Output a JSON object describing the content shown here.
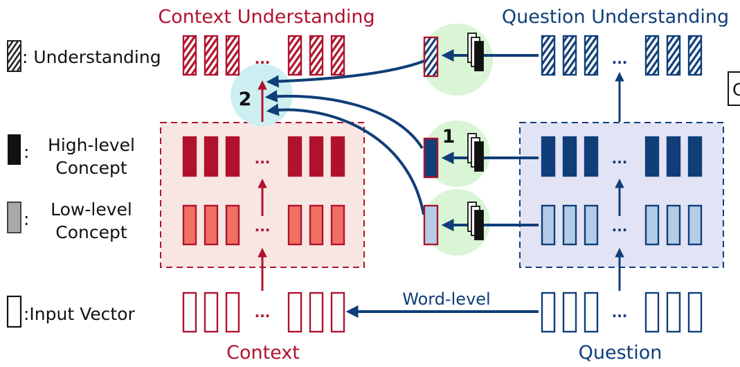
{
  "legend": {
    "understanding": ": Understanding",
    "high_level": [
      "High-level",
      "Concept"
    ],
    "low_level": [
      "Low-level",
      "Concept"
    ],
    "input_vector": ":Input Vector"
  },
  "context": {
    "title": "Context Understanding",
    "label": "Context"
  },
  "question": {
    "title": "Question Understanding",
    "label": "Question"
  },
  "arrow_labels": {
    "word_level": "Word-level",
    "step1": "1",
    "step2": "2"
  },
  "ellipsis": "...",
  "cut_off_text": "C",
  "colors": {
    "red": "#b0122e",
    "red_light": "#f07064",
    "blue": "#0f3e78",
    "blue_light": "#b3cde6",
    "pink_bg": "#f8e6e2",
    "purple_bg": "#e3e3f6",
    "green_circle": "#d9f5d6",
    "cyan_circle": "#cdeff2"
  }
}
